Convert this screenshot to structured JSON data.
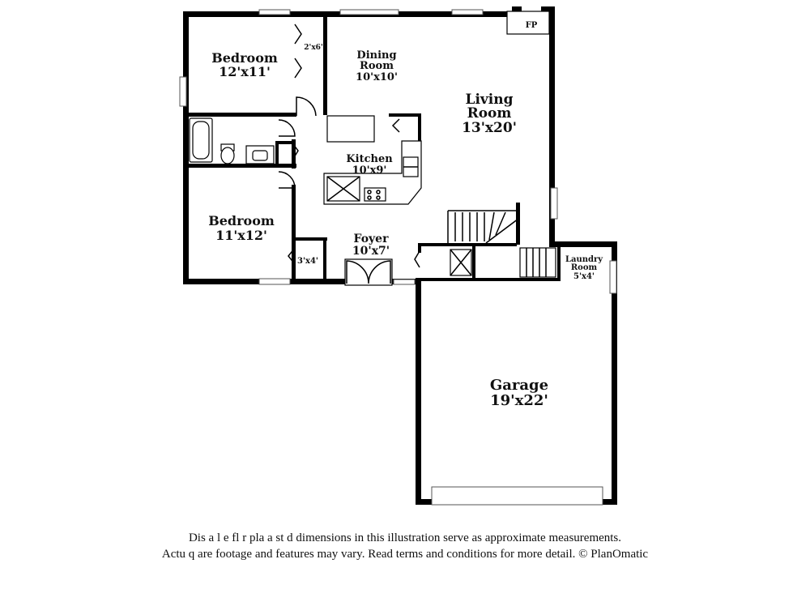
{
  "rooms": {
    "bedroom1": {
      "name": "Bedroom",
      "dims": "12'x11'"
    },
    "closet1": {
      "dims": "2'x6'"
    },
    "dining": {
      "name1": "Dining",
      "name2": "Room",
      "dims": "10'x10'"
    },
    "living": {
      "name1": "Living",
      "name2": "Room",
      "dims": "13'x20'"
    },
    "fireplace": {
      "label": "FP"
    },
    "kitchen": {
      "name": "Kitchen",
      "dims": "10'x9'"
    },
    "bedroom2": {
      "name": "Bedroom",
      "dims": "11'x12'"
    },
    "closet2": {
      "dims": "3'x4'"
    },
    "foyer": {
      "name": "Foyer",
      "dims": "10'x7'"
    },
    "laundry": {
      "name1": "Laundry",
      "name2": "Room",
      "dims": "5'x4'"
    },
    "garage": {
      "name": "Garage",
      "dims": "19'x22'"
    }
  },
  "disclaimer": {
    "line1": "Dis  a     l e fl  r pla  a  st   d dimensions in this illustration serve as approximate measurements.",
    "line2": "Actu    q are footage and features may vary. Read terms and conditions for more detail. © PlanOmatic"
  }
}
